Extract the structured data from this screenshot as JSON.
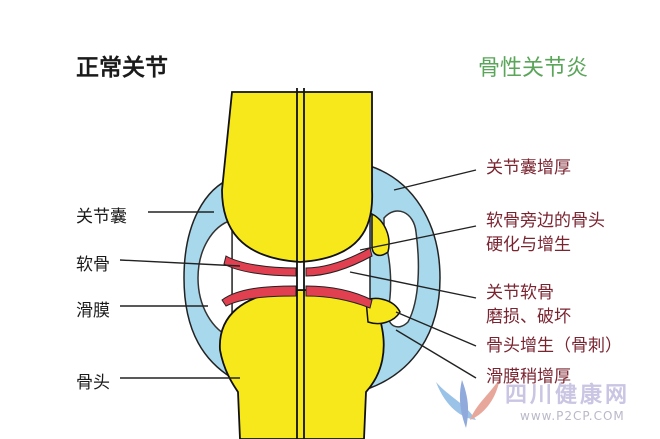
{
  "titles": {
    "normal": "正常关节",
    "arthritis": "骨性关节炎"
  },
  "labels_left": {
    "capsule": "关节囊",
    "cartilage": "软骨",
    "synovium": "滑膜",
    "bone": "骨头"
  },
  "labels_right": {
    "capsule_thickening": "关节囊增厚",
    "bone_hardening_line1": "软骨旁边的骨头",
    "bone_hardening_line2": "硬化与增生",
    "cartilage_wear_line1": "关节软骨",
    "cartilage_wear_line2": "磨损、破坏",
    "bone_spur": "骨头增生（骨刺）",
    "synovium_thickening": "滑膜稍增厚"
  },
  "watermark": {
    "name": "四川健康网",
    "url": "www.P2CP.COM"
  },
  "colors": {
    "bone": "#f7e81c",
    "capsule": "#a8d8ec",
    "cartilage": "#e0404f",
    "synovium_fill": "#ffffff",
    "right_label": "#7a2430",
    "title_right": "#5aa55a"
  }
}
